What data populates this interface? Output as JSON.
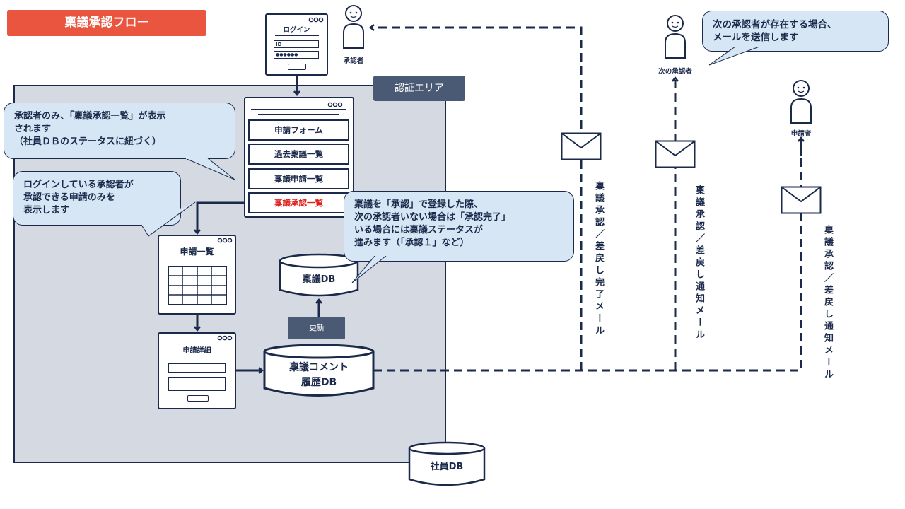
{
  "title": "稟議承認フロー",
  "auth_area_label": "認証エリア",
  "login": {
    "title": "ログイン",
    "id_label": "ID",
    "password_mask": "●●●●●●"
  },
  "menu": {
    "dots": "ooo",
    "items": [
      "申請フォーム",
      "過去稟議一覧",
      "稟議申請一覧",
      "稟議承認一覧"
    ]
  },
  "app_list": {
    "title": "申請一覧"
  },
  "app_detail": {
    "title": "申請詳細"
  },
  "db": {
    "ringi": "稟議DB",
    "comment_line1": "稟議コメント",
    "comment_line2": "履歴DB",
    "employee": "社員DB"
  },
  "update_label": "更新",
  "people": {
    "approver": "承認者",
    "next_approver": "次の承認者",
    "applicant": "申請者"
  },
  "bubbles": {
    "approver_only": "承認者のみ、「稟議承認一覧」が表示\nされます\n（社員ＤＢのステータスに紐づく）",
    "logged_in": "ログインしている承認者が\n承認できる申請のみを\n表示します",
    "approve": "稟議を「承認」で登録した際、\n次の承認者いない場合は「承認完了」\nいる場合には稟議ステータスが\n進みます（「承認１」など）",
    "next": "次の承認者が存在する場合、\nメールを送信します"
  },
  "mail_labels": {
    "mail1": "稟議承認／差戻し完了メール",
    "mail2": "稟議承認／差戻し通知メール",
    "mail3": "稟議承認／差戻し通知メール"
  },
  "colors": {
    "navy": "#1b2a4a",
    "title_red": "#e9553f",
    "auth_area_bg": "#d4d9e2",
    "label_slate": "#4a5a75",
    "bubble_blue": "#d6e6f5",
    "highlight_red": "#e0201c"
  }
}
